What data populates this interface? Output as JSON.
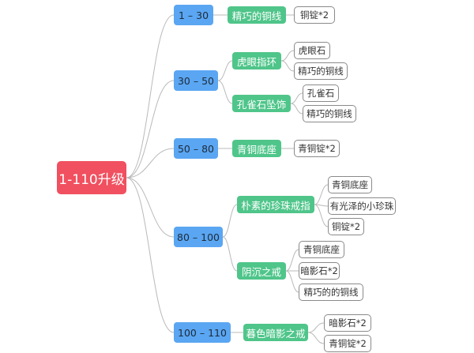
{
  "root": "1-110升级",
  "branches": [
    {
      "range": "1 – 30",
      "items": [
        {
          "name": "精巧的铜线",
          "materials": [
            "铜锭*2"
          ]
        }
      ]
    },
    {
      "range": "30 – 50",
      "items": [
        {
          "name": "虎眼指环",
          "materials": [
            "虎眼石",
            "精巧的铜线"
          ]
        },
        {
          "name": "孔雀石坠饰",
          "materials": [
            "孔雀石",
            "精巧的铜线"
          ]
        }
      ]
    },
    {
      "range": "50 – 80",
      "items": [
        {
          "name": "青铜底座",
          "materials": [
            "青铜锭*2"
          ]
        }
      ]
    },
    {
      "range": "80 – 100",
      "items": [
        {
          "name": "朴素的珍珠戒指",
          "materials": [
            "青铜底座",
            "有光泽的小珍珠",
            "铜锭*2"
          ]
        },
        {
          "name": "阴沉之戒",
          "materials": [
            "青铜底座",
            "暗影石*2",
            "精巧的的铜线"
          ]
        }
      ]
    },
    {
      "range": "100 – 110",
      "items": [
        {
          "name": "暮色暗影之戒",
          "materials": [
            "暗影石*2",
            "青铜锭*2"
          ]
        }
      ]
    }
  ]
}
